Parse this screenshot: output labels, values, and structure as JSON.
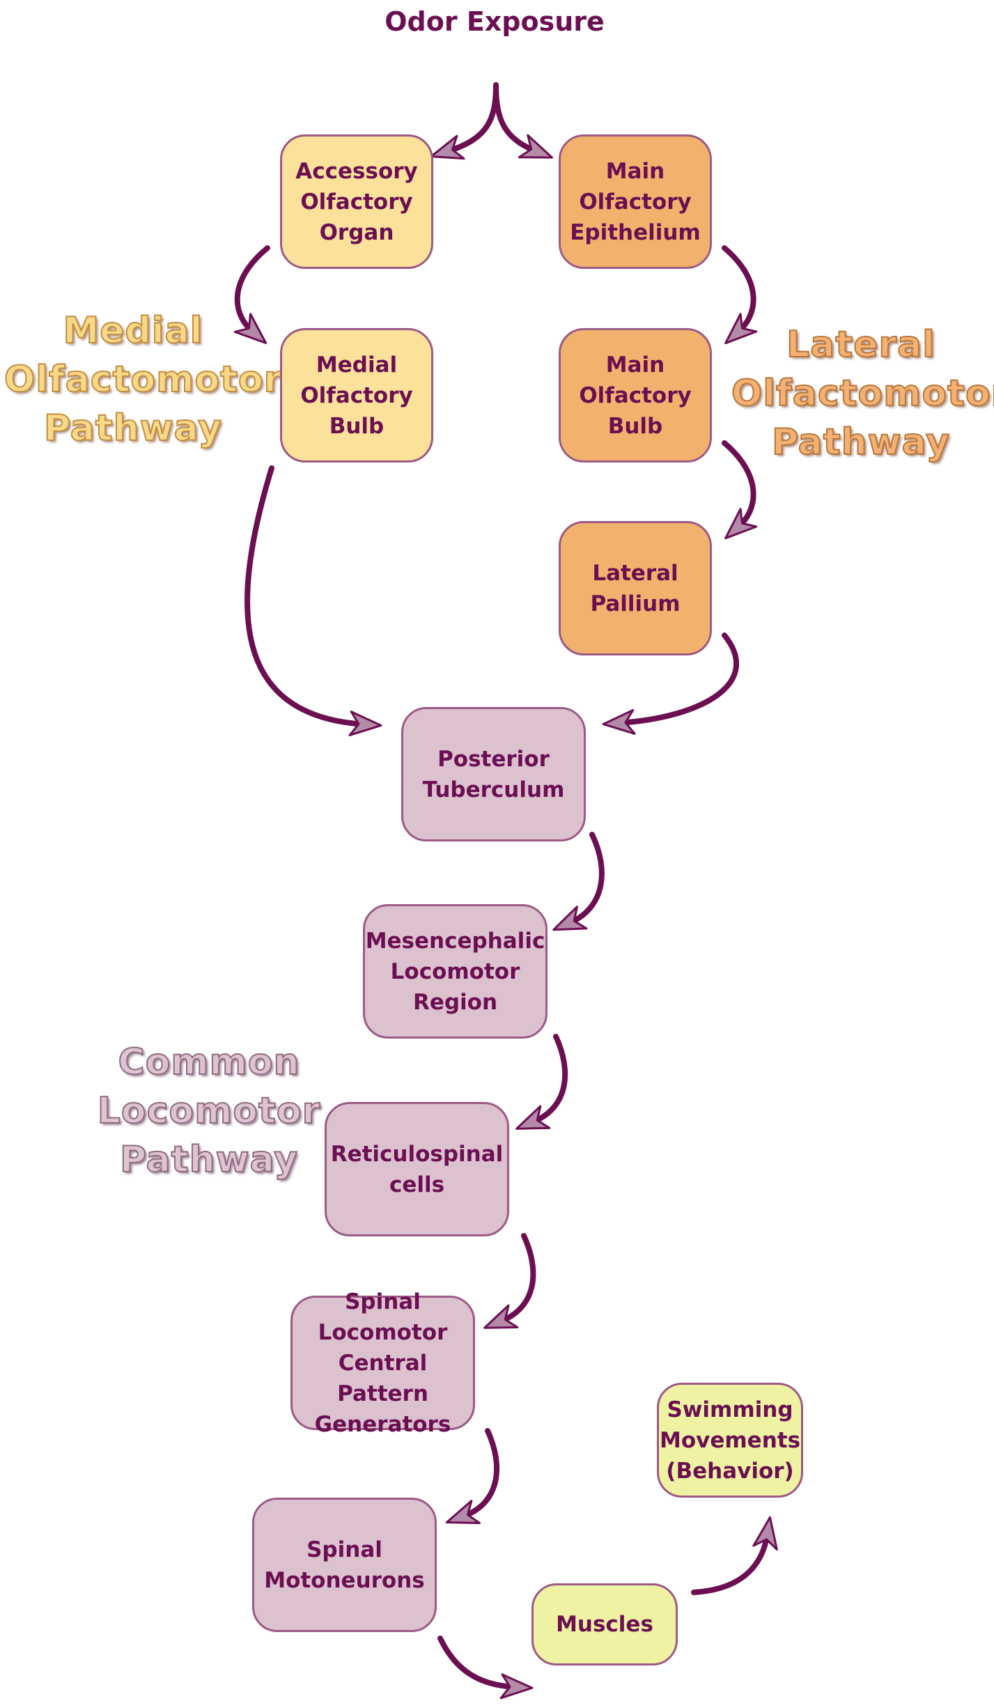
{
  "title": [
    "Odor",
    "Exposure"
  ],
  "colors": {
    "arrow": "#6b0f52",
    "arrowhead": "#b48aa9",
    "text": "#6b0f52",
    "medial_box": "#fbe19a",
    "lateral_box": "#f2b26d",
    "common_box": "#dcc1cf",
    "output_box": "#eef2a2"
  },
  "pathways": {
    "medial": [
      "Medial",
      "Olfactomotor",
      "Pathway"
    ],
    "lateral": [
      "Lateral",
      "Olfactomotor",
      "Pathway"
    ],
    "common": [
      "Common",
      "Locomotor",
      "Pathway"
    ]
  },
  "nodes": {
    "accessory_olfactory_organ": [
      "Accessory",
      "Olfactory",
      "Organ"
    ],
    "main_olfactory_epithelium": [
      "Main",
      "Olfactory",
      "Epithelium"
    ],
    "medial_olfactory_bulb": [
      "Medial",
      "Olfactory",
      "Bulb"
    ],
    "main_olfactory_bulb": [
      "Main",
      "Olfactory",
      "Bulb"
    ],
    "lateral_pallium": [
      "Lateral",
      "Pallium"
    ],
    "posterior_tuberculum": [
      "Posterior",
      "Tuberculum"
    ],
    "mesencephalic_locomotor_region": [
      "Mesencephalic",
      "Locomotor",
      "Region"
    ],
    "reticulospinal_cells": [
      "Reticulospinal",
      "cells"
    ],
    "spinal_cpg": [
      "Spinal",
      "Locomotor",
      "Central Pattern",
      "Generators"
    ],
    "spinal_motoneurons": [
      "Spinal",
      "Motoneurons"
    ],
    "muscles": [
      "Muscles"
    ],
    "swimming_movements": [
      "Swimming",
      "Movements",
      "(Behavior)"
    ]
  },
  "edges": [
    {
      "from": "title",
      "to": "accessory_olfactory_organ"
    },
    {
      "from": "title",
      "to": "main_olfactory_epithelium"
    },
    {
      "from": "accessory_olfactory_organ",
      "to": "medial_olfactory_bulb"
    },
    {
      "from": "main_olfactory_epithelium",
      "to": "main_olfactory_bulb"
    },
    {
      "from": "main_olfactory_bulb",
      "to": "lateral_pallium"
    },
    {
      "from": "medial_olfactory_bulb",
      "to": "posterior_tuberculum"
    },
    {
      "from": "lateral_pallium",
      "to": "posterior_tuberculum"
    },
    {
      "from": "posterior_tuberculum",
      "to": "mesencephalic_locomotor_region"
    },
    {
      "from": "mesencephalic_locomotor_region",
      "to": "reticulospinal_cells"
    },
    {
      "from": "reticulospinal_cells",
      "to": "spinal_cpg"
    },
    {
      "from": "spinal_cpg",
      "to": "spinal_motoneurons"
    },
    {
      "from": "spinal_motoneurons",
      "to": "muscles"
    },
    {
      "from": "muscles",
      "to": "swimming_movements"
    }
  ]
}
